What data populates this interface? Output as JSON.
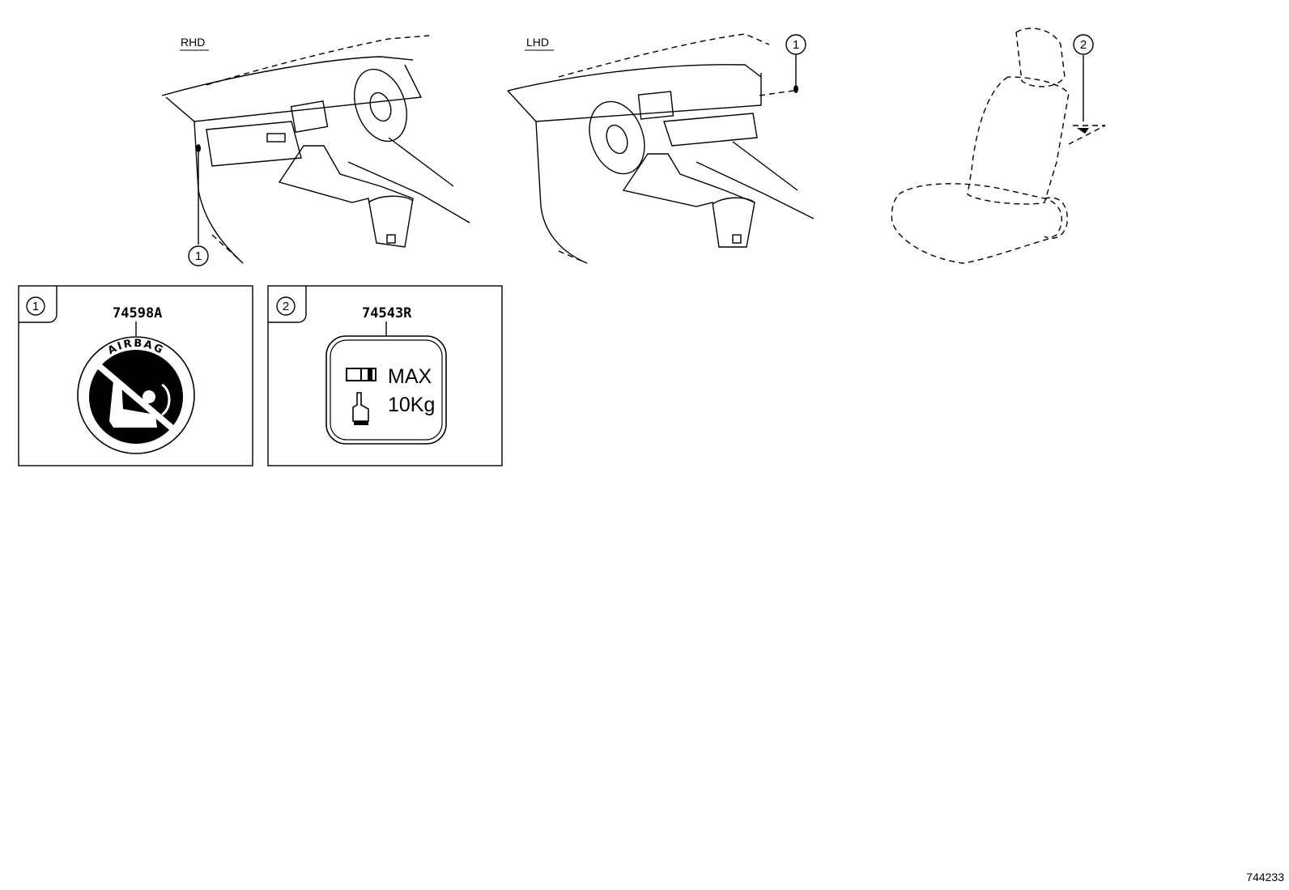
{
  "views": {
    "rhd_label": "RHD",
    "lhd_label": "LHD"
  },
  "callouts": {
    "c1": "1",
    "c2": "2"
  },
  "parts": [
    {
      "callout": "1",
      "part_number": "74598A",
      "label_text": "AIRBAG"
    },
    {
      "callout": "2",
      "part_number": "74543R",
      "line1": "MAX",
      "line2": "10Kg"
    }
  ],
  "drawing_number": "744233"
}
